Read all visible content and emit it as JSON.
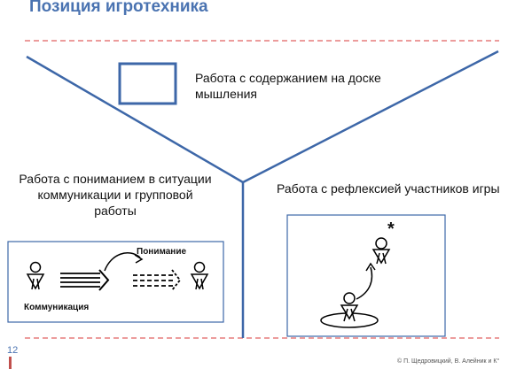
{
  "slide": {
    "title": "Позиция игротехника",
    "page_number": "12",
    "footer": "© П. Щедровицкий, В. Алейник и К°"
  },
  "positions": {
    "board": "Работа с содержанием на доске мышления",
    "communication": "Работа с пониманием в ситуации коммуникации и групповой работы",
    "reflection": "Работа с рефлексией участников игры"
  },
  "communication_box": {
    "understanding_label": "Понимание",
    "communication_label": "Коммуникация"
  },
  "reflection_box": {
    "star": "*"
  },
  "colors": {
    "title": "#4a73b1",
    "lines": "#3d67a8",
    "dashed_rule": "#e06060",
    "footer_bar": "#c0504d"
  }
}
